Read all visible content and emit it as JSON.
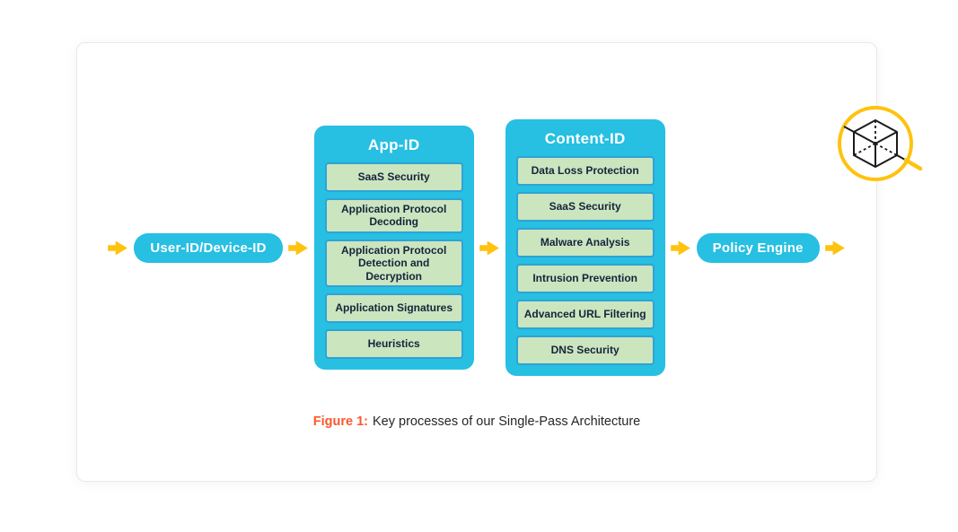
{
  "flow": {
    "start_node": "User-ID/Device-ID",
    "end_node": "Policy Engine",
    "groups": [
      {
        "title": "App-ID",
        "items": [
          "SaaS Security",
          "Application Protocol Decoding",
          "Application Protocol Detection and Decryption",
          "Application Signatures",
          "Heuristics"
        ]
      },
      {
        "title": "Content-ID",
        "items": [
          "Data Loss Protection",
          "SaaS Security",
          "Malware Analysis",
          "Intrusion Prevention",
          "Advanced URL Filtering",
          "DNS Security"
        ]
      }
    ]
  },
  "caption": {
    "label": "Figure 1:",
    "text": "Key processes of our Single-Pass Architecture"
  },
  "icons": {
    "flow_arrow": "right-arrow",
    "badge": "wireframe-cube"
  },
  "colors": {
    "node_cyan": "#27BFE2",
    "item_green": "#CBE5BF",
    "item_border": "#2FA3D4",
    "arrow_yellow": "#FFC20E",
    "caption_orange": "#FA582D",
    "text_dark": "#17233B",
    "title_white": "#FFFFFF"
  }
}
